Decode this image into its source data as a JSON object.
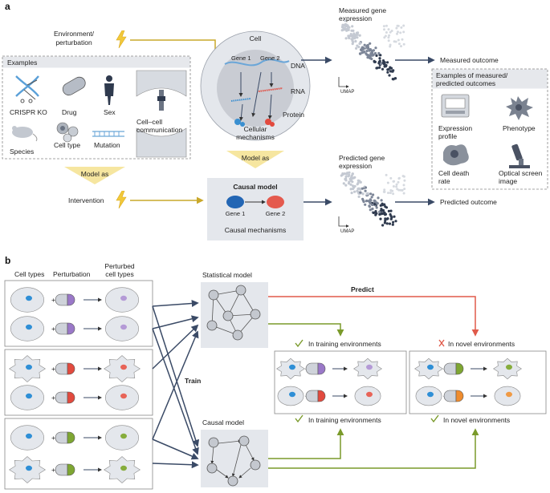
{
  "panel_a": {
    "label": "a",
    "env_perturbation": [
      "Environment/",
      "perturbation"
    ],
    "examples_header": "Examples",
    "examples": [
      "CRISPR KO",
      "Drug",
      "Sex",
      "Species",
      "Cell type",
      "Mutation",
      "Cell–cell",
      "communication"
    ],
    "cell_title": "Cell",
    "dna": "DNA",
    "rna": "RNA",
    "protein": "Protein",
    "gene1": "Gene 1",
    "gene2": "Gene 2",
    "cellular_mechanisms": [
      "Cellular",
      "mechanisms"
    ],
    "measured_gene_expression": [
      "Measured gene",
      "expression"
    ],
    "umap": "UMAP",
    "measured_outcome": "Measured outcome",
    "model_as": "Model as",
    "intervention": "Intervention",
    "causal_model": "Causal model",
    "causal_mechanisms": "Causal mechanisms",
    "predicted_gene_expression": [
      "Predicted gene",
      "expression"
    ],
    "predicted_outcome": "Predicted outcome",
    "outcomes_header": [
      "Examples of measured/",
      "predicted outcomes"
    ],
    "outcomes": [
      "Expression",
      "profile",
      "Phenotype",
      "Cell death",
      "rate",
      "Optical screen",
      "image"
    ]
  },
  "panel_b": {
    "label": "b",
    "col_cell_types": "Cell types",
    "col_perturbation": "Perturbation",
    "col_perturbed": [
      "Perturbed",
      "cell types"
    ],
    "statistical_model": "Statistical model",
    "causal_model": "Causal model",
    "train": "Train",
    "predict": "Predict",
    "in_training_top": "In training environments",
    "in_novel_top": "In novel environments",
    "in_training_bottom": "In training environments",
    "in_novel_bottom": "In novel environments",
    "plus": "+"
  },
  "colors": {
    "blue_arrow": "#3a4a66",
    "green": "#7a9a2a",
    "red": "#e05a4a",
    "yellow": "#f2d04a",
    "cell_fill": "#e4e7ec",
    "nucleus_blue": "#2f8fd6",
    "purple": "#9a78c8",
    "red_drug": "#e24a3e",
    "green_drug": "#7ea632",
    "orange_drug": "#ef8c2e"
  }
}
